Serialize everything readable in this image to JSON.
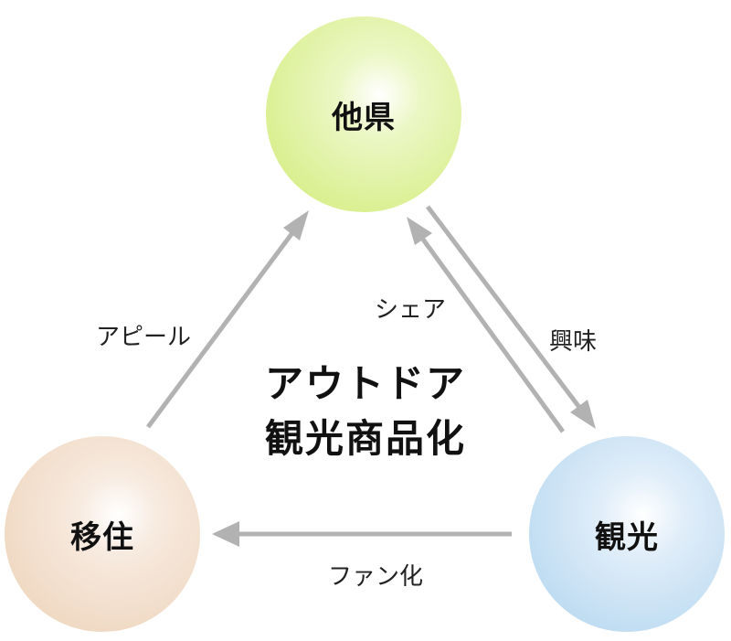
{
  "nodes": {
    "tako": {
      "label": "他県",
      "color": "#d9ef8f"
    },
    "iju": {
      "label": "移住",
      "color": "#f0d9c3"
    },
    "kanko": {
      "label": "観光",
      "color": "#bfdcf2"
    }
  },
  "edges": {
    "appeal": {
      "label": "アピール"
    },
    "share": {
      "label": "シェア"
    },
    "interest": {
      "label": "興味"
    },
    "fan": {
      "label": "ファン化"
    }
  },
  "center": {
    "line1": "アウトドア",
    "line2": "観光商品化"
  },
  "colors": {
    "arrow": "#b2b2b2"
  }
}
